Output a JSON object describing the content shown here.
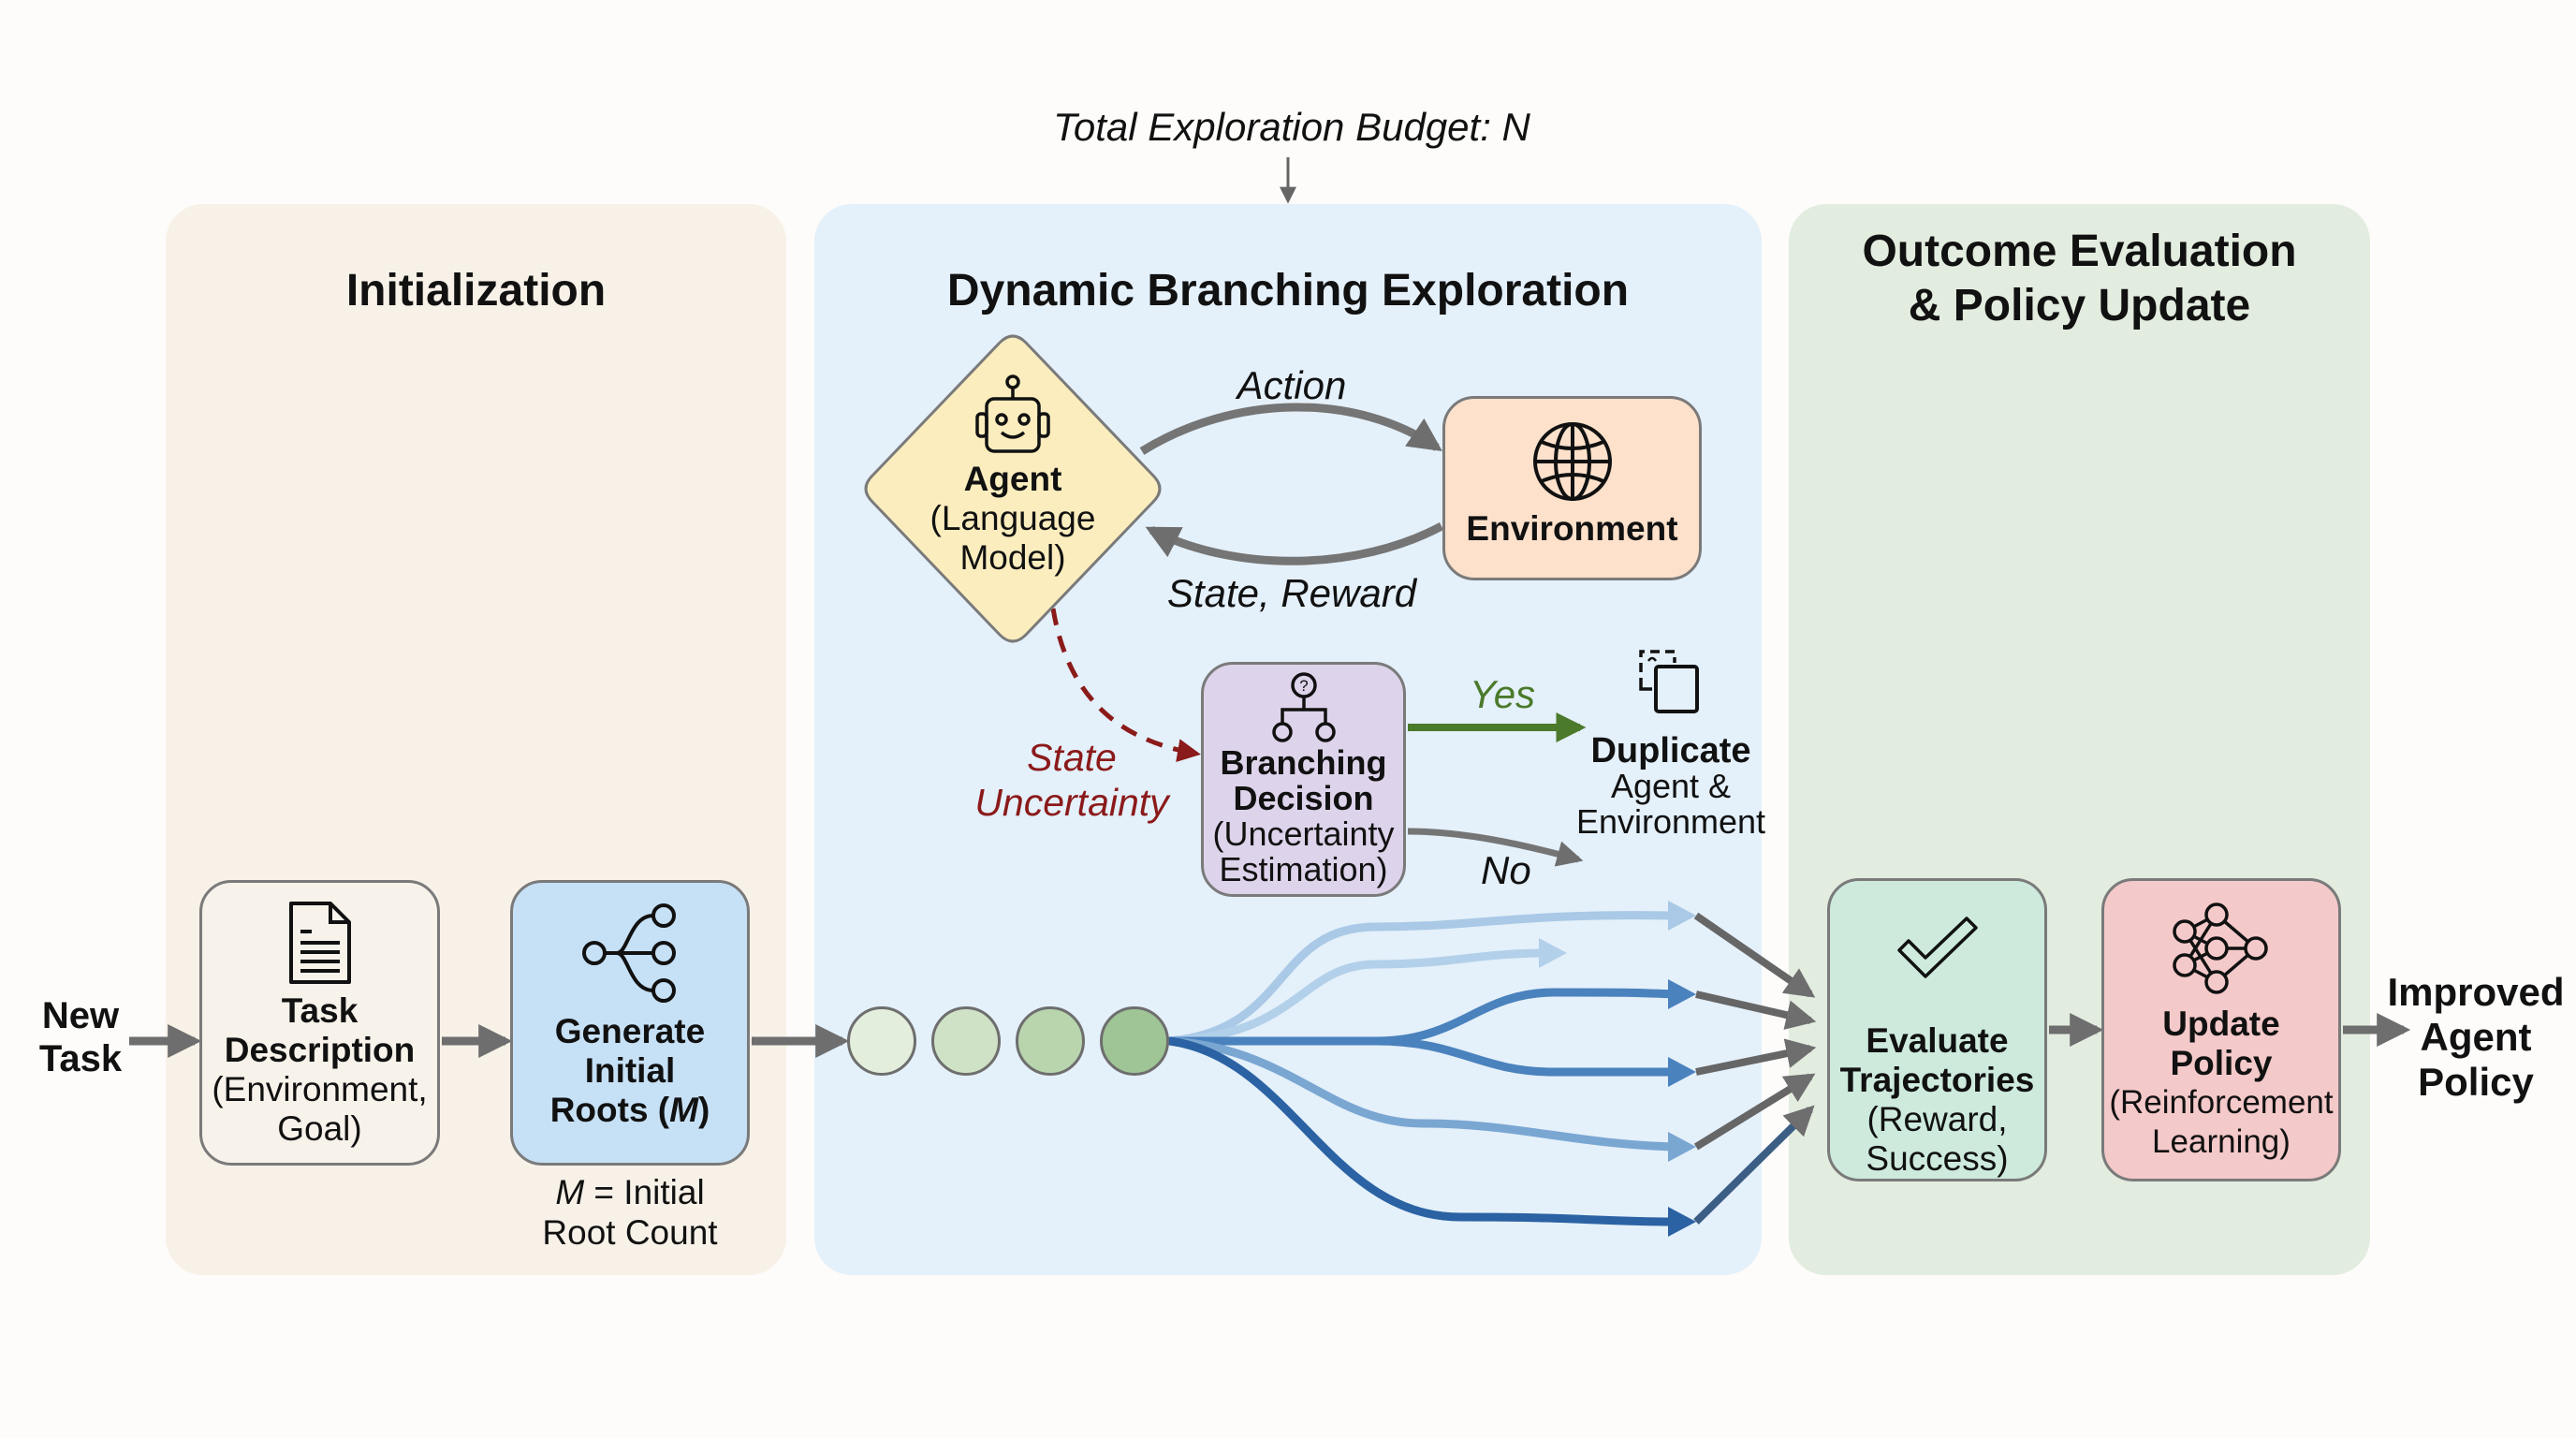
{
  "budget_label": "Total Exploration Budget: N",
  "panels": {
    "initialization": {
      "title": "Initialization",
      "color": "#f7f1e8"
    },
    "exploration": {
      "title": "Dynamic Branching Exploration",
      "color": "#e4f0fa"
    },
    "outcome": {
      "title_line1": "Outcome Evaluation",
      "title_line2": "& Policy Update",
      "color": "#e2ecdf"
    }
  },
  "input_label": {
    "line1": "New",
    "line2": "Task"
  },
  "output_label": {
    "line1": "Improved",
    "line2": "Agent",
    "line3": "Policy"
  },
  "task_box": {
    "title_line1": "Task",
    "title_line2": "Description",
    "sub_line1": "(Environment,",
    "sub_line2": "Goal)",
    "icon": "document-icon",
    "color": "#f7f2ea"
  },
  "roots_box": {
    "title_line1": "Generate",
    "title_line2": "Initial",
    "title_line3a": "Roots (",
    "title_var": "M",
    "title_line3b": ")",
    "icon": "tree-branch-icon",
    "color": "#c6e0f5"
  },
  "roots_note": {
    "var": "M",
    "line1_rest": " = Initial",
    "line2": "Root Count"
  },
  "agent": {
    "title": "Agent",
    "sub_line1": "(Language",
    "sub_line2": "Model)",
    "icon": "robot-icon",
    "color": "#fbedbe"
  },
  "environment": {
    "title": "Environment",
    "icon": "globe-icon",
    "color": "#fde1cb"
  },
  "loop_labels": {
    "action": "Action",
    "feedback": "State, Reward"
  },
  "uncertainty_label": {
    "line1": "State",
    "line2": "Uncertainty",
    "color": "#8b1a1a"
  },
  "branching": {
    "title_line1": "Branching",
    "title_line2": "Decision",
    "sub_line1": "(Uncertainty",
    "sub_line2": "Estimation)",
    "icon": "decision-tree-icon",
    "color": "#ddd3ea"
  },
  "yes_label": {
    "text": "Yes",
    "color": "#4a7a2a"
  },
  "no_label": "No",
  "duplicate": {
    "title": "Duplicate",
    "line2": "Agent &",
    "line3": "Environment",
    "icon": "duplicate-icon"
  },
  "root_nodes": [
    {
      "color": "#e3eedc"
    },
    {
      "color": "#cfe2c6"
    },
    {
      "color": "#b8d5ae"
    },
    {
      "color": "#9fc596"
    }
  ],
  "trajectories": [
    {
      "shade": "#a9c9e6",
      "ends_at_eval": true
    },
    {
      "shade": "#b3d0ea",
      "ends_at_eval": false
    },
    {
      "shade": "#4a82bd",
      "ends_at_eval": true
    },
    {
      "shade": "#4a82bd",
      "ends_at_eval": true
    },
    {
      "shade": "#7aa6d2",
      "ends_at_eval": true
    },
    {
      "shade": "#2b62a3",
      "ends_at_eval": true
    }
  ],
  "evaluate_box": {
    "title_line1": "Evaluate",
    "title_line2": "Trajectories",
    "sub_line1": "(Reward,",
    "sub_line2": "Success)",
    "icon": "checkmark-icon",
    "color": "#cdeadd"
  },
  "update_box": {
    "title_line1": "Update",
    "title_line2": "Policy",
    "sub_line1": "(Reinforcement",
    "sub_line2": "Learning)",
    "icon": "neural-network-icon",
    "color": "#f4c9c9"
  }
}
